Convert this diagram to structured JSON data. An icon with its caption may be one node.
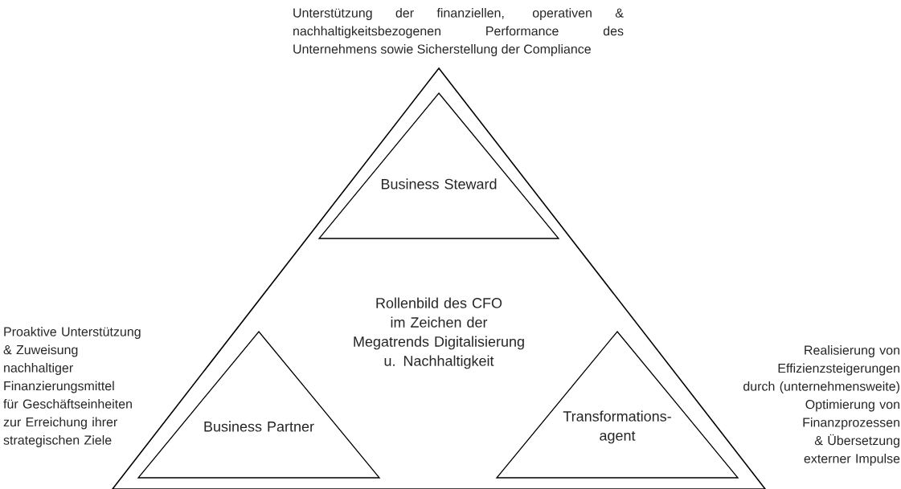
{
  "diagram": {
    "nodes": [
      {
        "text": [
          "Rollenbild des CFO im Zeichen der Megatrends Digitalisierung u. Nachhaltigkeit"
        ]
      },
      {
        "text": [
          "Business Steward"
        ],
        "in": 0,
        "beside": [
          "Unterstützung der finanziellen, operativen & nachhaltigkeitsbezogenen Performance des Unternehmens sowie Sicherstellung der Compliance"
        ]
      },
      {
        "text": [
          "Business Partner"
        ],
        "in": 0,
        "beside": [
          "Proaktive Unterstützung & Zuweisung nachhaltiger Finanzierungsmittel für Geschäftseinheiten zur Erreichung ihrer strategischen Ziele"
        ]
      },
      {
        "text": [
          "Transformations-agent"
        ],
        "in": 0,
        "beside": [
          "Realisierung von Effizienzsteigerungen durch (unternehmensweite) Optimierung von Finanzprozessen & Übersetzung externer Impulse"
        ]
      }
    ],
    "edges": []
  }
}
